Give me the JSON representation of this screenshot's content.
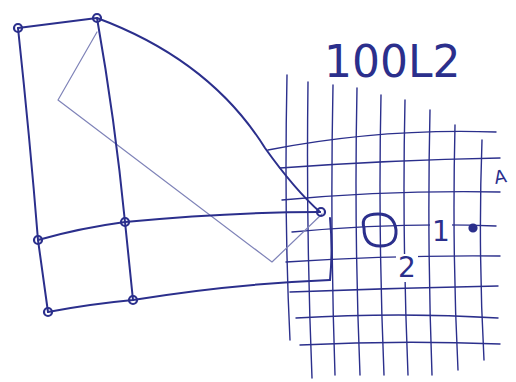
{
  "diagram": {
    "labels": [
      "100L2",
      "1",
      "2",
      "A"
    ]
  }
}
